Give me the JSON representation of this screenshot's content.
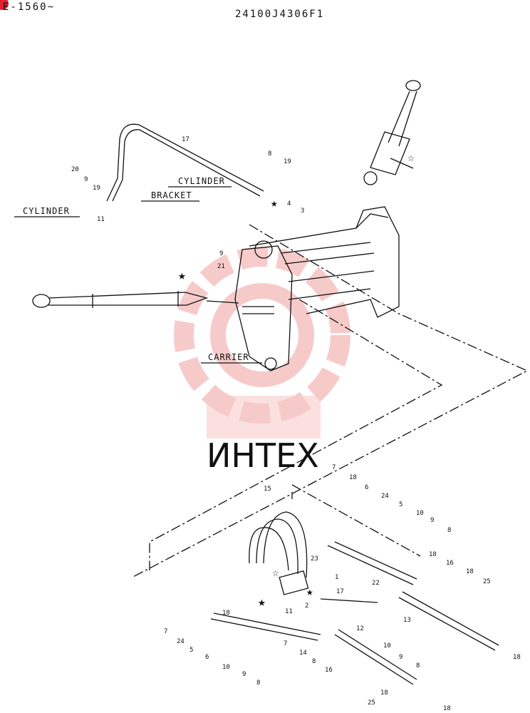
{
  "header": {
    "serial_range": "E-1560~",
    "part_number": "24100J4306F1"
  },
  "labels": {
    "cylinder_upper": "CYLINDER",
    "bracket": "BRACKET",
    "cylinder_left": "CYLINDER",
    "carrier": "CARRIER"
  },
  "watermark": {
    "text": "ИНТЕХ",
    "color": "#f2a0a0"
  },
  "callouts": {
    "c17_top": "17",
    "c8_top": "8",
    "c19_top": "19",
    "c20": "20",
    "c9_top": "9",
    "c19_left": "19",
    "c11_top": "11",
    "c4": "4",
    "c3": "3",
    "c9_mid": "9",
    "c21": "21",
    "c15": "15",
    "c7_a": "7",
    "c18_a": "18",
    "c6_a": "6",
    "c24_a": "24",
    "c5_a": "5",
    "c10_a": "10",
    "c9_a": "9",
    "c8_a": "8",
    "c23": "23",
    "c1": "1",
    "c18_b": "18",
    "c16_a": "16",
    "c18_c": "18",
    "c25_a": "25",
    "c22": "22",
    "c17_b": "17",
    "c2": "2",
    "c11_b": "11",
    "c13": "13",
    "c12": "12",
    "c7_b": "7",
    "c14": "14",
    "c10_b": "10",
    "c9_b": "9",
    "c8_b": "8",
    "c8_c": "8",
    "c16_b": "16",
    "c18_d": "18",
    "c25_b": "25",
    "c18_e": "18",
    "c18_f": "18",
    "c7_c": "7",
    "c24_b": "24",
    "c5_b": "5",
    "c6_b": "6",
    "c18_g": "18",
    "c10_c": "10",
    "c9_c": "9",
    "c8_d": "8"
  }
}
